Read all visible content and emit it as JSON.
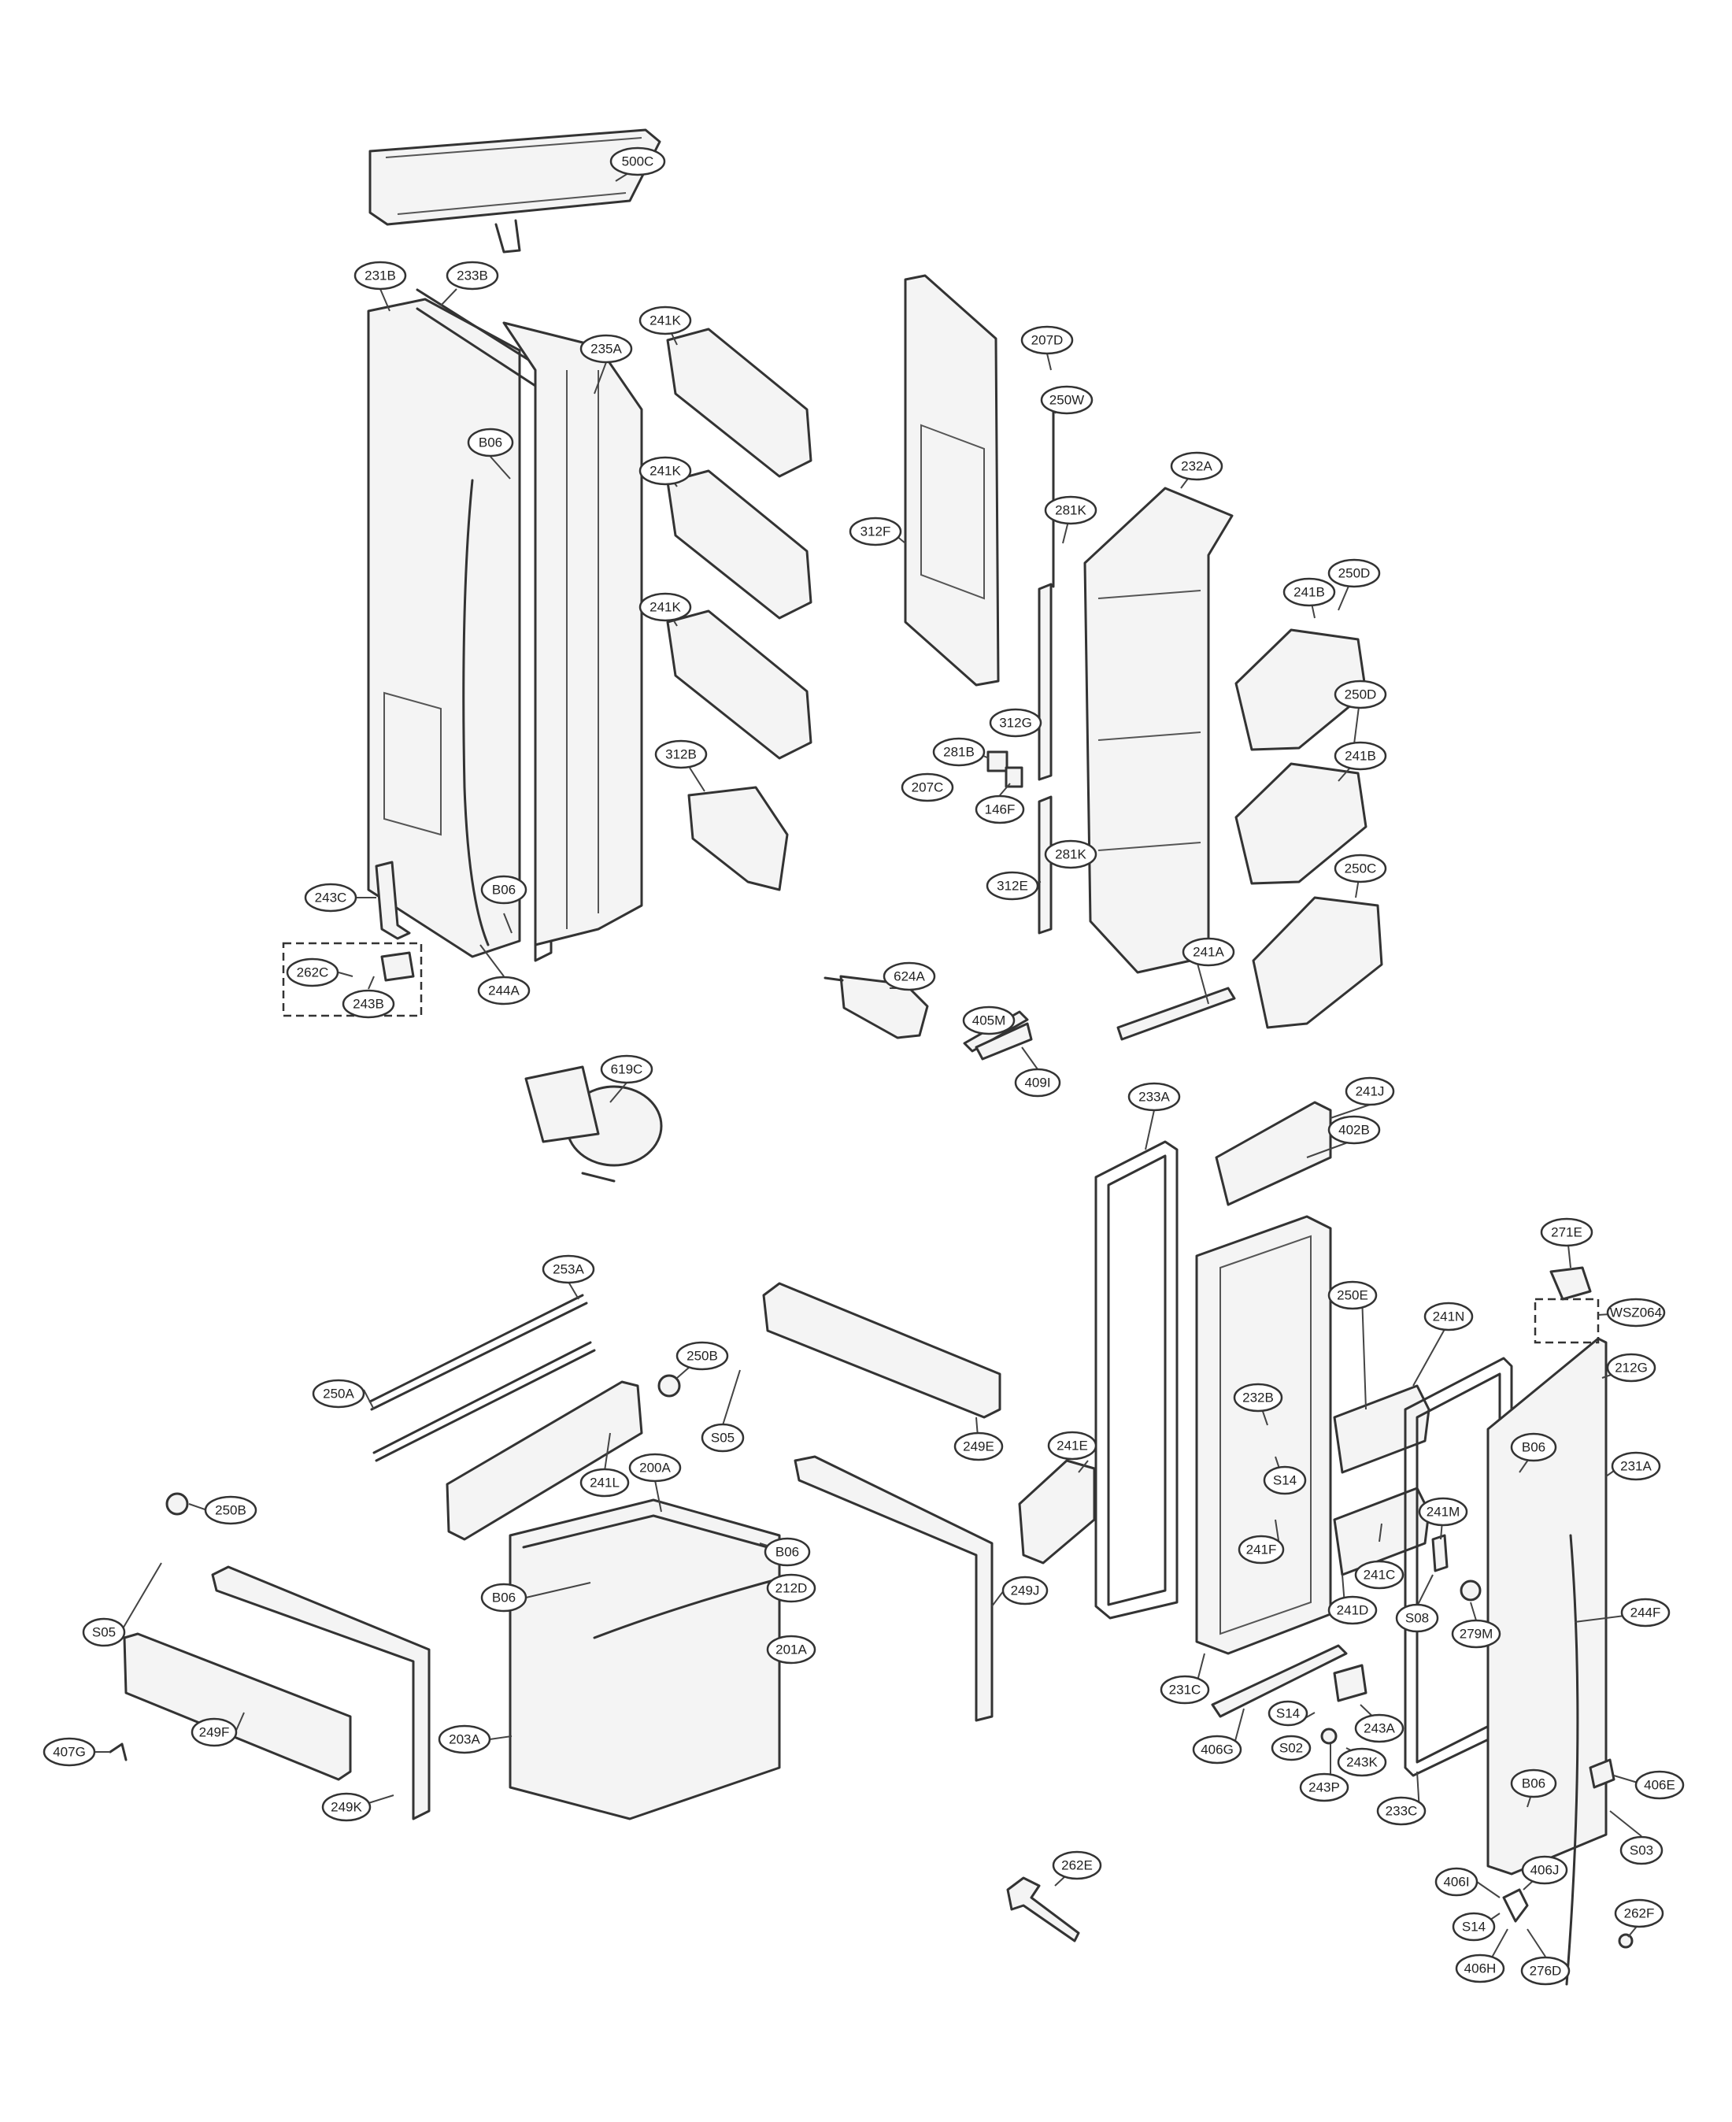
{
  "callouts": [
    {
      "id": "500C",
      "label": "500C"
    },
    {
      "id": "231B",
      "label": "231B"
    },
    {
      "id": "233B",
      "label": "233B"
    },
    {
      "id": "235A",
      "label": "235A"
    },
    {
      "id": "B06-1",
      "label": "B06"
    },
    {
      "id": "B06-2",
      "label": "B06"
    },
    {
      "id": "243C",
      "label": "243C"
    },
    {
      "id": "262C",
      "label": "262C"
    },
    {
      "id": "243B",
      "label": "243B"
    },
    {
      "id": "244A",
      "label": "244A"
    },
    {
      "id": "241K-1",
      "label": "241K"
    },
    {
      "id": "241K-2",
      "label": "241K"
    },
    {
      "id": "241K-3",
      "label": "241K"
    },
    {
      "id": "312B",
      "label": "312B"
    },
    {
      "id": "312F",
      "label": "312F"
    },
    {
      "id": "207D",
      "label": "207D"
    },
    {
      "id": "250W",
      "label": "250W"
    },
    {
      "id": "281K-1",
      "label": "281K"
    },
    {
      "id": "312G",
      "label": "312G"
    },
    {
      "id": "281B",
      "label": "281B"
    },
    {
      "id": "207C",
      "label": "207C"
    },
    {
      "id": "146F",
      "label": "146F"
    },
    {
      "id": "281K-2",
      "label": "281K"
    },
    {
      "id": "312E",
      "label": "312E"
    },
    {
      "id": "232A",
      "label": "232A"
    },
    {
      "id": "250D-1",
      "label": "250D"
    },
    {
      "id": "241B-1",
      "label": "241B"
    },
    {
      "id": "250D-2",
      "label": "250D"
    },
    {
      "id": "241B-2",
      "label": "241B"
    },
    {
      "id": "250C",
      "label": "250C"
    },
    {
      "id": "241A",
      "label": "241A"
    },
    {
      "id": "624A",
      "label": "624A"
    },
    {
      "id": "405M",
      "label": "405M"
    },
    {
      "id": "409I",
      "label": "409I"
    },
    {
      "id": "619C",
      "label": "619C"
    },
    {
      "id": "233A",
      "label": "233A"
    },
    {
      "id": "241J",
      "label": "241J"
    },
    {
      "id": "402B",
      "label": "402B"
    },
    {
      "id": "271E",
      "label": "271E"
    },
    {
      "id": "WSZ064",
      "label": "WSZ064"
    },
    {
      "id": "212G",
      "label": "212G"
    },
    {
      "id": "253A",
      "label": "253A"
    },
    {
      "id": "250A",
      "label": "250A"
    },
    {
      "id": "250B-1",
      "label": "250B"
    },
    {
      "id": "S05-1",
      "label": "S05"
    },
    {
      "id": "249E",
      "label": "249E"
    },
    {
      "id": "241L",
      "label": "241L"
    },
    {
      "id": "200A",
      "label": "200A"
    },
    {
      "id": "B06-3",
      "label": "B06"
    },
    {
      "id": "B06-4",
      "label": "B06"
    },
    {
      "id": "212D",
      "label": "212D"
    },
    {
      "id": "201A",
      "label": "201A"
    },
    {
      "id": "249J",
      "label": "249J"
    },
    {
      "id": "250B-2",
      "label": "250B"
    },
    {
      "id": "S05-2",
      "label": "S05"
    },
    {
      "id": "249F",
      "label": "249F"
    },
    {
      "id": "407G",
      "label": "407G"
    },
    {
      "id": "249K",
      "label": "249K"
    },
    {
      "id": "203A",
      "label": "203A"
    },
    {
      "id": "241E",
      "label": "241E"
    },
    {
      "id": "250E",
      "label": "250E"
    },
    {
      "id": "241N",
      "label": "241N"
    },
    {
      "id": "232B",
      "label": "232B"
    },
    {
      "id": "S14-1",
      "label": "S14"
    },
    {
      "id": "241F",
      "label": "241F"
    },
    {
      "id": "241C",
      "label": "241C"
    },
    {
      "id": "241D",
      "label": "241D"
    },
    {
      "id": "241M",
      "label": "241M"
    },
    {
      "id": "S08",
      "label": "S08"
    },
    {
      "id": "279M",
      "label": "279M"
    },
    {
      "id": "B06-5",
      "label": "B06"
    },
    {
      "id": "231A",
      "label": "231A"
    },
    {
      "id": "244F",
      "label": "244F"
    },
    {
      "id": "231C",
      "label": "231C"
    },
    {
      "id": "406G",
      "label": "406G"
    },
    {
      "id": "S14-2",
      "label": "S14"
    },
    {
      "id": "S02",
      "label": "S02"
    },
    {
      "id": "243A",
      "label": "243A"
    },
    {
      "id": "243K",
      "label": "243K"
    },
    {
      "id": "243P",
      "label": "243P"
    },
    {
      "id": "233C",
      "label": "233C"
    },
    {
      "id": "B06-6",
      "label": "B06"
    },
    {
      "id": "406E",
      "label": "406E"
    },
    {
      "id": "S03",
      "label": "S03"
    },
    {
      "id": "262E",
      "label": "262E"
    },
    {
      "id": "406I",
      "label": "406I"
    },
    {
      "id": "406J",
      "label": "406J"
    },
    {
      "id": "S14-3",
      "label": "S14"
    },
    {
      "id": "406H",
      "label": "406H"
    },
    {
      "id": "276D",
      "label": "276D"
    },
    {
      "id": "262F",
      "label": "262F"
    }
  ]
}
